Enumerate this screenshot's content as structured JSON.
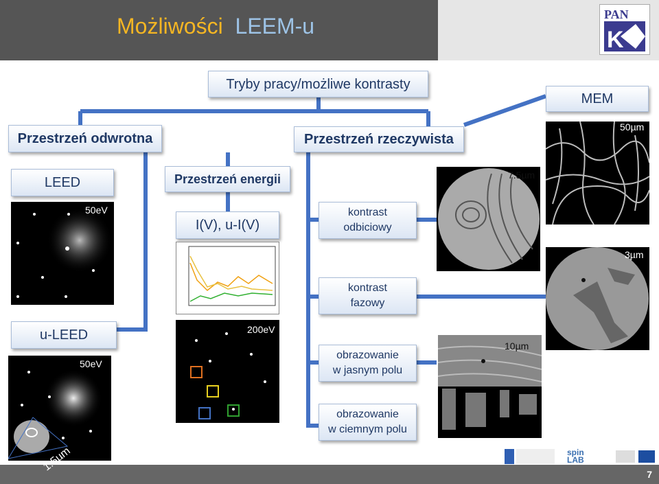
{
  "title": {
    "part1": "Możliwości",
    "part2": "LEEM-u"
  },
  "boxes": {
    "root": "Tryby pracy/możliwe kontrasty",
    "reciprocal": "Przestrzeń odwrotna",
    "real": "Przestrzeń rzeczywista",
    "mem": "MEM",
    "leed": "LEED",
    "energy": "Przestrzeń energii",
    "iv": "I(V), u-I(V)",
    "reflect_l1": "kontrast",
    "reflect_l2": "odbiciowy",
    "phase_l1": "kontrast",
    "phase_l2": "fazowy",
    "uleed": "u-LEED",
    "bright_l1": "obrazowanie",
    "bright_l2": "w jasnym polu",
    "dark_l1": "obrazowanie",
    "dark_l2": "w ciemnym polu"
  },
  "labels": {
    "mem_scale": "50µm",
    "leed_energy": "50eV",
    "refl_scale": "7.5µm",
    "phase_scale": "3µm",
    "uleed_energy": "50eV",
    "spots_energy": "200eV",
    "bright_scale": "10µm",
    "uleed_scale": "1.5µm"
  },
  "logo": {
    "text": "PAN",
    "letter": "K"
  },
  "footer": {
    "page": "7",
    "spin_logo": "spin",
    "spin_logo2": "LAB"
  },
  "colors": {
    "line": "#4472c4",
    "title_accent": "#f5b623",
    "title_sub": "#9dc3e6"
  }
}
